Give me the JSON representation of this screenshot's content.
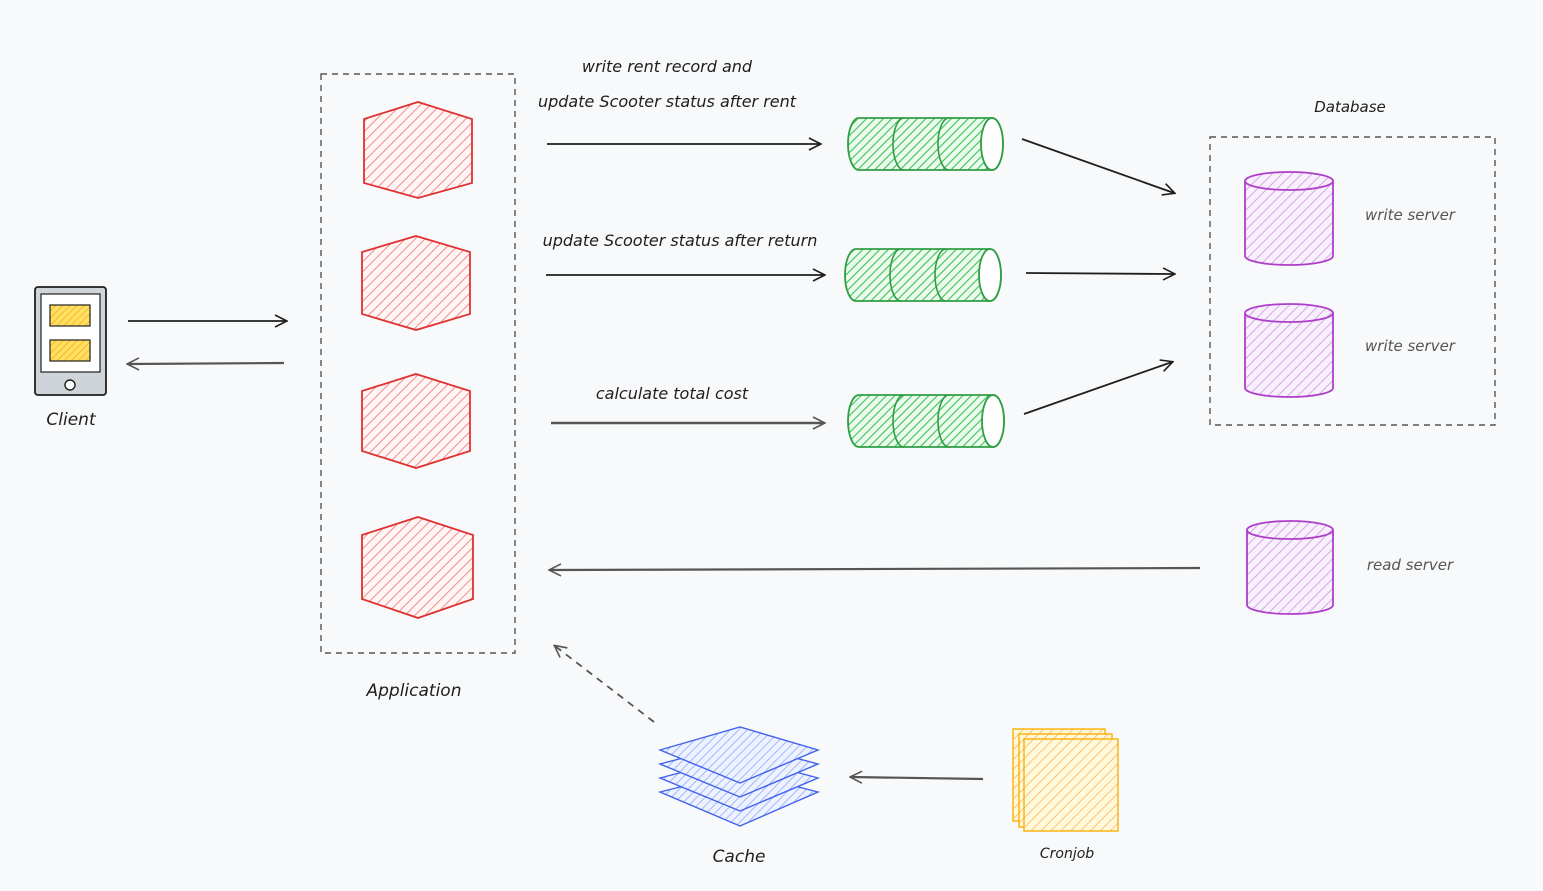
{
  "title": "",
  "colors": {
    "background": "#f8f9fa",
    "application_node": "#e03131",
    "application_fill": "#ffc9c9",
    "queue": "#2f9e44",
    "queue_fill": "#b2f2bb",
    "db": "#ae3ec9",
    "db_fill": "#eebefa",
    "cache": "#4263eb",
    "cache_fill": "#bac8ff",
    "cronjob": "#f59f00",
    "cronjob_fill": "#ffec99",
    "arrow": "#1e1e1e",
    "dashed_border": "#555555"
  },
  "nodes": {
    "client": {
      "label": "Client",
      "icon": "mobile-phone-icon"
    },
    "application": {
      "label": "Application",
      "icon": "hexagon-service-icon"
    },
    "database": {
      "label": "Database"
    },
    "write_server_1": {
      "label": "write server",
      "icon": "database-cylinder-icon"
    },
    "write_server_2": {
      "label": "write server",
      "icon": "database-cylinder-icon"
    },
    "read_server": {
      "label": "read server",
      "icon": "database-cylinder-icon"
    },
    "cache": {
      "label": "Cache",
      "icon": "stacked-layers-icon"
    },
    "cronjob": {
      "label": "Cronjob",
      "icon": "stacked-squares-icon"
    },
    "queue_1": {
      "icon": "message-queue-icon"
    },
    "queue_2": {
      "icon": "message-queue-icon"
    },
    "queue_3": {
      "icon": "message-queue-icon"
    }
  },
  "edges": {
    "rent": {
      "line1": "write rent record and",
      "line2": "update Scooter status after rent"
    },
    "return": {
      "label": "update Scooter status after return"
    },
    "cost": {
      "label": "calculate total cost"
    }
  }
}
